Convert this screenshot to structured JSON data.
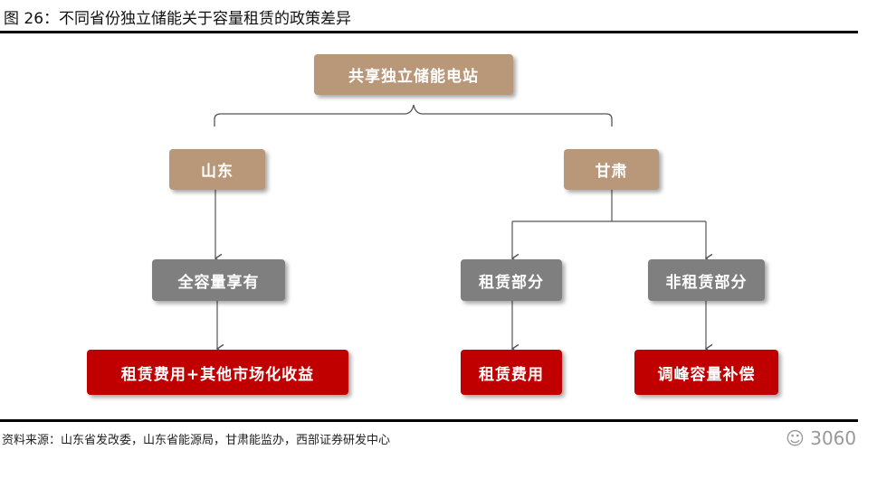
{
  "title": "图 26：不同省份独立储能关于容量租赁的政策差异",
  "nodes": {
    "root": "共享独立储能电站",
    "shandong": "山东",
    "gansu": "甘肃",
    "full_capacity": "全容量享有",
    "lease_part": "租赁部分",
    "non_lease_part": "非租赁部分",
    "shandong_result": "租赁费用+其他市场化收益",
    "lease_result": "租赁费用",
    "non_lease_result": "调峰容量补偿"
  },
  "source": "资料来源：山东省发改委，山东省能源局，甘肃能监办，西部证券研发中心",
  "watermark": "3060",
  "colors": {
    "tan": "#b9987a",
    "gray": "#7f7f7f",
    "red": "#c00000"
  }
}
